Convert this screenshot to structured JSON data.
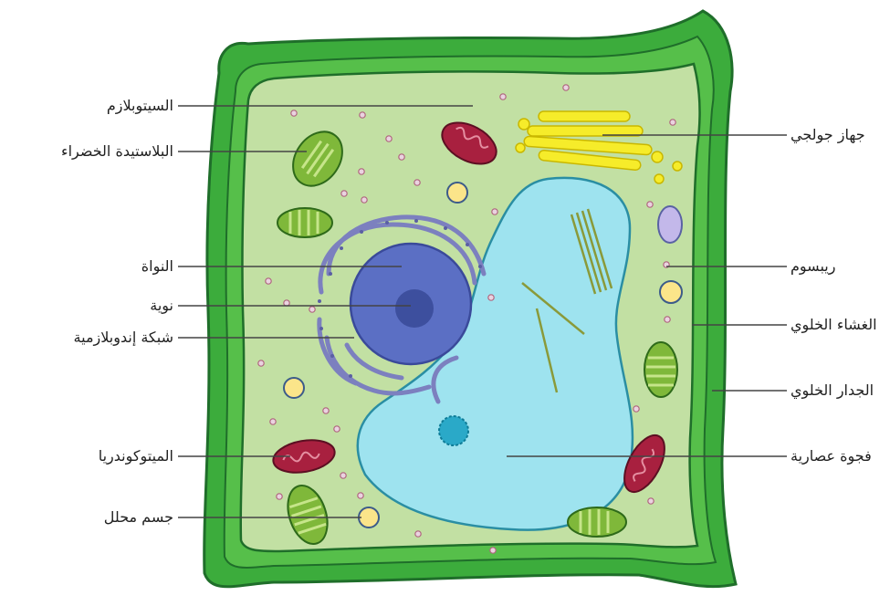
{
  "diagram": {
    "labels_left": [
      {
        "key": "cytoplasm",
        "text": "السيتوبلازم"
      },
      {
        "key": "chloroplast",
        "text": "البلاستيدة الخضراء"
      },
      {
        "key": "nucleus",
        "text": "النواة"
      },
      {
        "key": "nucleolus",
        "text": "نوية"
      },
      {
        "key": "er",
        "text": "شبكة إندوبلازمية"
      },
      {
        "key": "mitochondria",
        "text": "الميتوكوندريا"
      },
      {
        "key": "lysosome",
        "text": "جسم محلل"
      }
    ],
    "labels_right": [
      {
        "key": "golgi",
        "text": "جهاز جولجي"
      },
      {
        "key": "ribosome",
        "text": "ريبسوم"
      },
      {
        "key": "membrane",
        "text": "الغشاء الخلوي"
      },
      {
        "key": "wall",
        "text": "الجدار الخلوي"
      },
      {
        "key": "vacuole",
        "text": "فجوة عصارية"
      }
    ],
    "colors": {
      "cell_wall": "#3cac3c",
      "cell_wall_dark": "#1f6e2a",
      "cytoplasm": "#c2e0a3",
      "vacuole": "#9ee3ef",
      "nucleus": "#5b6fc4",
      "nucleolus": "#3d4f9e",
      "er": "#8f93c8",
      "golgi": "#f6ec2a",
      "mitochondria": "#a8203f",
      "chloroplast": "#7fb83a",
      "ribosome": "#d88aa0",
      "lysosome": "#fbe58a",
      "leader": "#444444"
    }
  }
}
